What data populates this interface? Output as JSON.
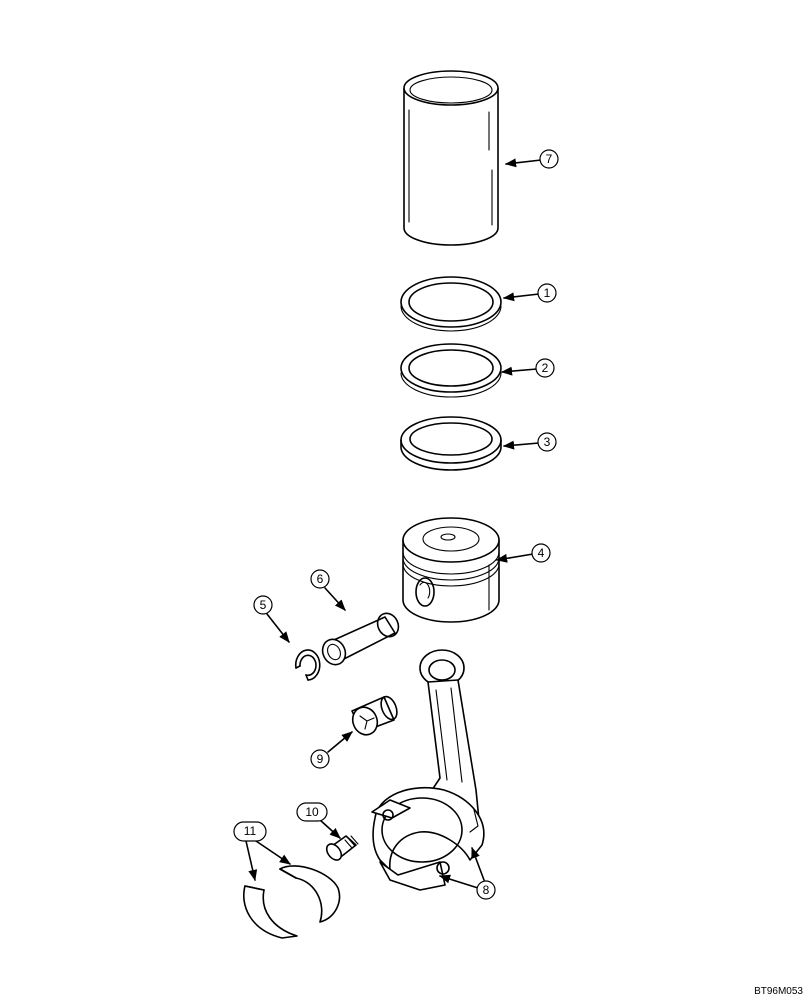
{
  "callouts": {
    "c1": "1",
    "c2": "2",
    "c3": "3",
    "c4": "4",
    "c5": "5",
    "c6": "6",
    "c7": "7",
    "c8": "8",
    "c9": "9",
    "c10": "10",
    "c11": "11"
  },
  "figure_ref": "BT96M053"
}
